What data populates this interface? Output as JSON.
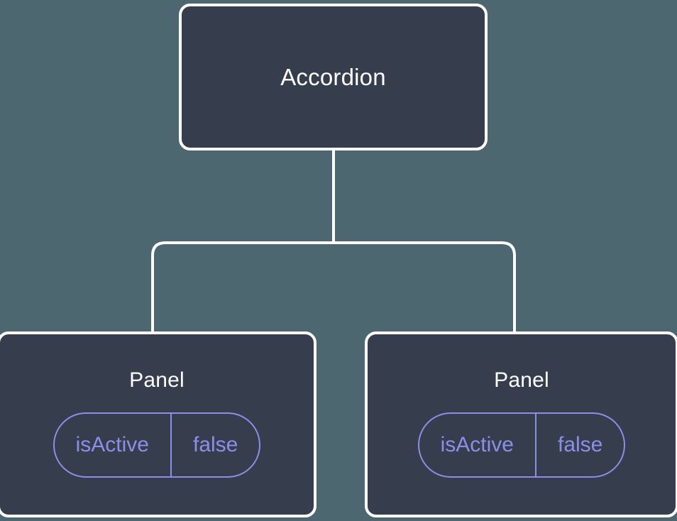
{
  "diagram": {
    "type": "component-tree",
    "background_color": "#4d6770",
    "node_fill_color": "#363d4d",
    "node_border_color": "#ffffff",
    "edge_color": "#ffffff",
    "accent_color": "#8b8fe8",
    "title_color": "#ffffff"
  },
  "root": {
    "label": "Accordion"
  },
  "children": [
    {
      "label": "Panel",
      "prop": {
        "key": "isActive",
        "value": "false"
      }
    },
    {
      "label": "Panel",
      "prop": {
        "key": "isActive",
        "value": "false"
      }
    }
  ]
}
